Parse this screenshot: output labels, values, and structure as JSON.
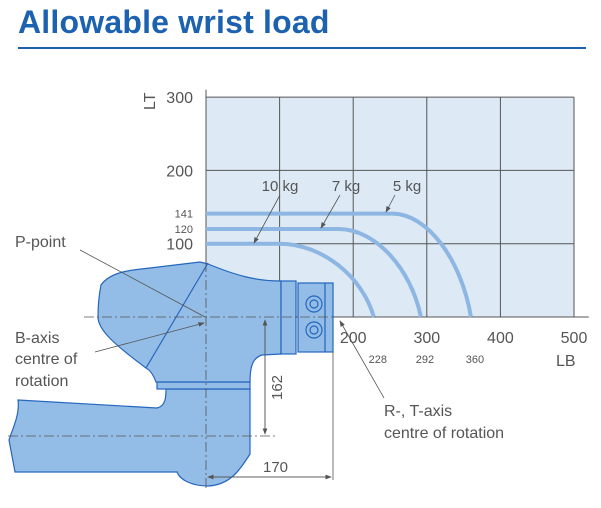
{
  "title": "Allowable wrist load",
  "chart_data": {
    "type": "line",
    "xlabel": "LB",
    "ylabel": "LT",
    "xlim": [
      0,
      500
    ],
    "ylim": [
      0,
      300
    ],
    "x_ticks": [
      "200",
      "300",
      "400",
      "500"
    ],
    "y_ticks": [
      "100",
      "200",
      "300"
    ],
    "grid": true,
    "series": [
      {
        "name": "10 kg",
        "lt_max": 100,
        "lt_label": "100",
        "flat_until_lb": 100,
        "lb_max": 228,
        "lb_label": "228"
      },
      {
        "name": "7 kg",
        "lt_max": 120,
        "lt_label": "120",
        "flat_until_lb": 180,
        "lb_max": 292,
        "lb_label": "292"
      },
      {
        "name": "5 kg",
        "lt_max": 141,
        "lt_label": "141",
        "flat_until_lb": 253,
        "lb_max": 360,
        "lb_label": "360"
      }
    ]
  },
  "labels": {
    "p_point": "P-point",
    "b_axis": [
      "B-axis",
      "centre of",
      "rotation"
    ],
    "rt_axis": [
      "R-, T-axis",
      "centre of rotation"
    ],
    "dim_vertical": "162",
    "dim_horizontal": "170"
  },
  "colors": {
    "title": "#1c62b0",
    "plot_bg": "#dde9f5",
    "curve": "#8db6e2",
    "robot_fill": "#93bce6",
    "robot_stroke": "#2467bd"
  }
}
